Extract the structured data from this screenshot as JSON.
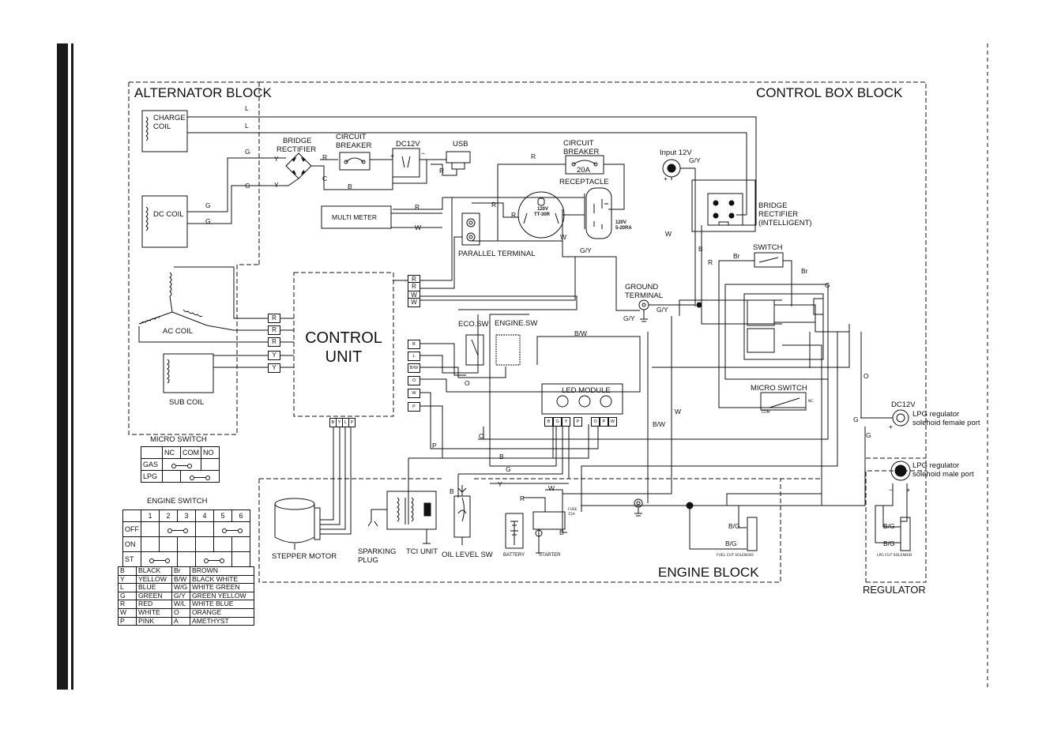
{
  "blocks": {
    "alternator": "ALTERNATOR BLOCK",
    "control_box": "CONTROL BOX BLOCK",
    "engine": "ENGINE BLOCK",
    "regulator": "REGULATOR"
  },
  "components": {
    "charge_coil": [
      "CHARGE",
      "COIL"
    ],
    "dc_coil": "DC COIL",
    "ac_coil": "AC COIL",
    "sub_coil": "SUB COIL",
    "bridge_rectifier": [
      "BRIDGE",
      "RECTIFIER"
    ],
    "circuit_breaker_1": [
      "CIRCUIT",
      "BREAKER"
    ],
    "dc12v": "DC12V",
    "usb": "USB",
    "circuit_breaker_2": [
      "CIRCUIT",
      "BREAKER"
    ],
    "breaker_rating": "20A",
    "receptacle": "RECEPTACLE",
    "tt30r": [
      "120V",
      "TT-30R"
    ],
    "r520ra": [
      "120V",
      "5-20RA"
    ],
    "input12v": "Input 12V",
    "bridge_rectifier_intelligent": [
      "BRIDGE",
      "RECTIFIER",
      "(INTELLIGENT)"
    ],
    "multi_meter": "MULTI METER",
    "parallel_terminal": "PARALLEL TERMINAL",
    "switch": "SWITCH",
    "ground_terminal": [
      "GROUND",
      "TERMINAL"
    ],
    "control_unit": [
      "CONTROL",
      "UNIT"
    ],
    "eco_sw": "ECO.SW",
    "engine_sw": "ENGINE.SW",
    "led_module": "LED MODULE",
    "micro_switch": "MICRO SWITCH",
    "micro_switch_com": "COM",
    "micro_switch_nc": "NC",
    "dc12v_right": "DC12V",
    "lpg_female": [
      "LPG regulator",
      "solehoid female port"
    ],
    "lpg_male": [
      "LPG regulator",
      "solehoid male port"
    ],
    "stepper_motor": "STEPPER MOTOR",
    "sparking_plug": [
      "SPARKING",
      "PLUG"
    ],
    "tci_unit": "TCI UNIT",
    "oil_level_sw": "OIL LEVEL SW",
    "battery": "BATTERY",
    "starter": "STARTER",
    "fuse": [
      "FUSE",
      "15A"
    ],
    "fuel_cut_solenoid": "FUEL CUT SOLENOID",
    "lpg_cut_solenoid": "LPG CUT SOLENOID",
    "bg": "B/G"
  },
  "wire_labels": {
    "L": "L",
    "G": "G",
    "Y": "Y",
    "R": "R",
    "B": "B",
    "W": "W",
    "O": "O",
    "P": "P",
    "GY": "G/Y",
    "BW": "B/W",
    "Br": "Br",
    "C": "C",
    "plus": "+",
    "minus": "−"
  },
  "cu_left_pins": [
    "R",
    "R",
    "R",
    "Y",
    "Y"
  ],
  "cu_right_top_pins": [
    "R",
    "R",
    "W",
    "W"
  ],
  "cu_right_pins": [
    "B",
    "L",
    "B/W",
    "O",
    "W",
    "P"
  ],
  "cu_bottom_pins": [
    "B",
    "Y",
    "L",
    "P"
  ],
  "led_pins": [
    "B",
    "G",
    "Y",
    "P",
    "O",
    "P",
    "W"
  ],
  "micro_switch_table": {
    "title": "MICRO SWITCH",
    "header": [
      "",
      "NC",
      "COM",
      "NO"
    ],
    "rows": [
      "GAS",
      "LPG"
    ]
  },
  "engine_switch_table": {
    "title": "ENGINE SWITCH",
    "header": [
      "",
      "1",
      "2",
      "3",
      "4",
      "5",
      "6"
    ],
    "rows": [
      "OFF",
      "ON",
      "ST"
    ]
  },
  "color_legend": [
    [
      "B",
      "BLACK",
      "Br",
      "BROWN"
    ],
    [
      "Y",
      "YELLOW",
      "B/W",
      "BLACK  WHITE"
    ],
    [
      "L",
      "BLUE",
      "W/G",
      "WHITE GREEN"
    ],
    [
      "G",
      "GREEN",
      "G/Y",
      "GREEN YELLOW"
    ],
    [
      "R",
      "RED",
      "W/L",
      "WHITE BLUE"
    ],
    [
      "W",
      "WHITE",
      "O",
      "ORANGE"
    ],
    [
      "P",
      "PINK",
      "A",
      "AMETHYST"
    ]
  ]
}
